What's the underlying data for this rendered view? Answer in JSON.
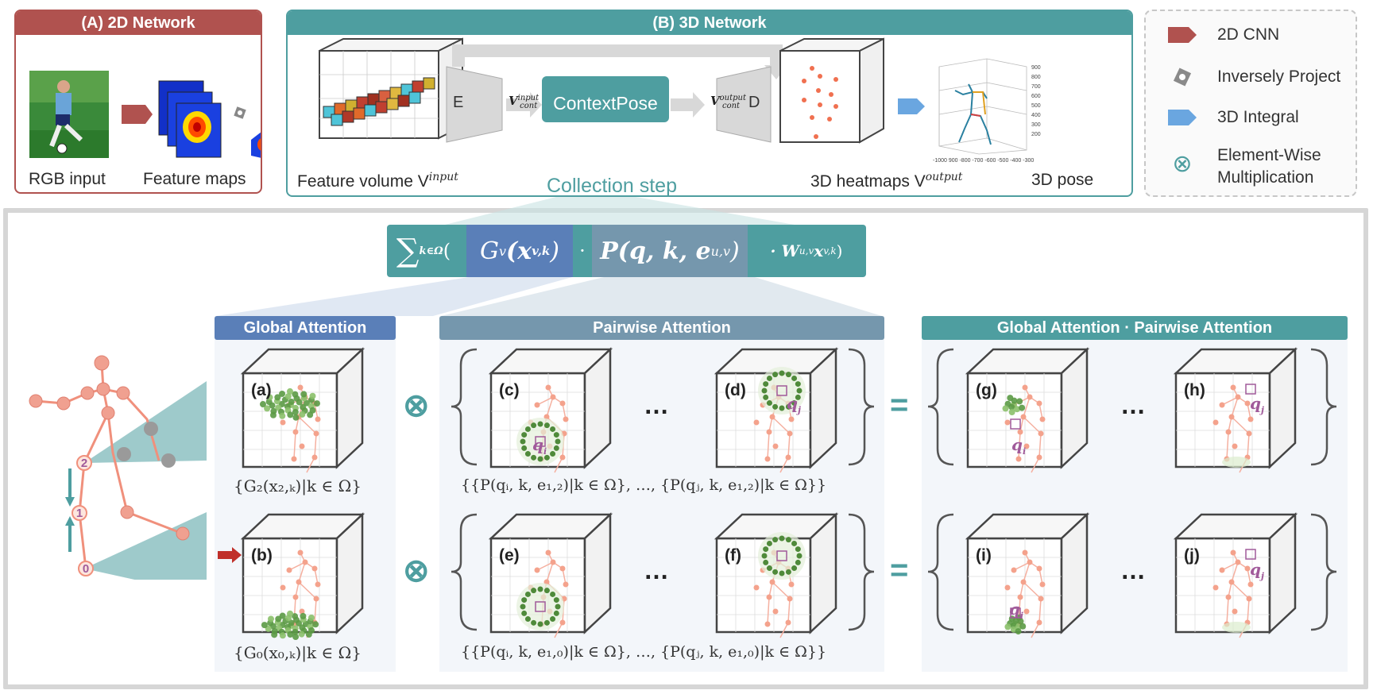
{
  "panel_a": {
    "title": "(A) 2D Network",
    "rgb_label": "RGB input",
    "feature_label": "Feature maps"
  },
  "panel_b": {
    "title": "(B) 3D Network",
    "volume_label": "Feature volume V",
    "volume_sup": "input",
    "encoder": "E",
    "decoder": "D",
    "v_in": "V",
    "v_in_sup": "input",
    "v_in_sub": "cont",
    "context": "ContextPose",
    "v_out": "V",
    "v_out_sup": "output",
    "v_out_sub": "cont",
    "heatmap_label": "3D heatmaps V",
    "heatmap_sup": "output",
    "pose_label": "3D pose",
    "collection": "Collection step",
    "pose_ticks_z": [
      "900",
      "800",
      "700",
      "600",
      "500",
      "400",
      "300",
      "200"
    ],
    "pose_ticks_x": "-1000 900 -800 -700 -600 -500 -400 -300"
  },
  "legend": {
    "items": [
      {
        "icon": "cnn-arrow-icon",
        "label": "2D CNN"
      },
      {
        "icon": "inverse-project-icon",
        "label": "Inversely Project"
      },
      {
        "icon": "integral-arrow-icon",
        "label": "3D Integral"
      },
      {
        "icon": "elementwise-mult-icon",
        "label": "Element-Wise",
        "label2": "Multiplication"
      }
    ]
  },
  "formula": {
    "sum": "∑",
    "sum_sub": "k∈Ω",
    "open": "(",
    "g": "G",
    "g_sub": "v",
    "g_arg": "(x",
    "g_arg_sub": "v,k",
    "g_close": ")",
    "dot": "·",
    "p": "P(q, k, e",
    "p_sub": "u,v",
    "p_close": ")",
    "tail": "· W",
    "tail_sub": "u,v",
    "tail_x": " x",
    "tail_x_sub": "v,k",
    "tail_close": ")"
  },
  "sections": {
    "global": "Global Attention",
    "pairwise": "Pairwise Attention",
    "combined": "Global Attention · Pairwise Attention"
  },
  "panels": [
    "(a)",
    "(b)",
    "(c)",
    "(d)",
    "(e)",
    "(f)",
    "(g)",
    "(h)",
    "(i)",
    "(j)"
  ],
  "captions": {
    "g2": "{G₂(x₂,ₖ)|k ∈ Ω}",
    "g0": "{G₀(x₀,ₖ)|k ∈ Ω}",
    "p12": "{{P(qᵢ, k, e₁,₂)|k ∈ Ω}, …, {P(qⱼ, k, e₁,₂)|k ∈ Ω}}",
    "p10": "{{P(qᵢ, k, e₁,₀)|k ∈ Ω}, …, {P(qⱼ, k, e₁,₀)|k ∈ Ω}}"
  },
  "skeleton_joints": [
    "2",
    "1",
    "0"
  ],
  "ops": {
    "times": "⊗",
    "equals": "=",
    "ellipsis": "…"
  },
  "q_labels": {
    "qi": "q",
    "qi_sub": "i",
    "qj": "q",
    "qj_sub": "j"
  },
  "colors": {
    "red": "#b0524f",
    "teal": "#4e9ea0",
    "blue_hdr": "#5a7fb8",
    "pair_hdr": "#7597ad",
    "salmon": "#f0907c",
    "green": "#5b9a45",
    "purple": "#a05a9a"
  }
}
